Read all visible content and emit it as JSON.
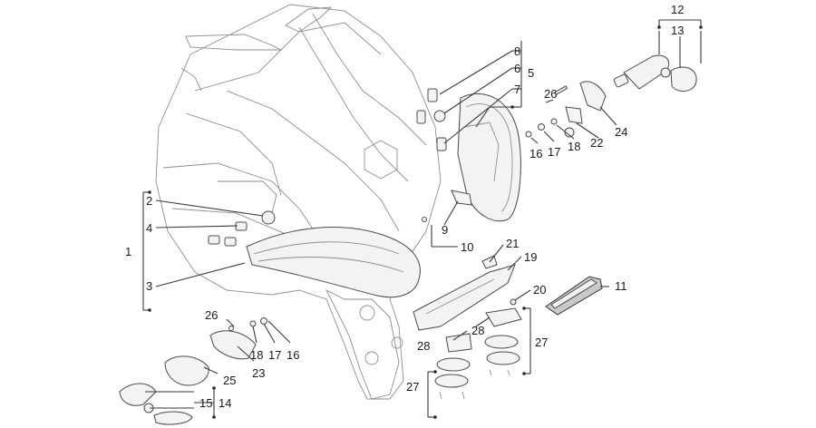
{
  "callouts": [
    {
      "id": "c8",
      "text": "8"
    },
    {
      "id": "c6",
      "text": "6"
    },
    {
      "id": "c5",
      "text": "5"
    },
    {
      "id": "c7",
      "text": "7"
    },
    {
      "id": "c12",
      "text": "12"
    },
    {
      "id": "c13",
      "text": "13"
    },
    {
      "id": "c26a",
      "text": "26"
    },
    {
      "id": "c24",
      "text": "24"
    },
    {
      "id": "c16a",
      "text": "16"
    },
    {
      "id": "c17a",
      "text": "17"
    },
    {
      "id": "c18a",
      "text": "18"
    },
    {
      "id": "c22",
      "text": "22"
    },
    {
      "id": "c2",
      "text": "2"
    },
    {
      "id": "c4",
      "text": "4"
    },
    {
      "id": "c1",
      "text": "1"
    },
    {
      "id": "c3",
      "text": "3"
    },
    {
      "id": "c9",
      "text": "9"
    },
    {
      "id": "c10",
      "text": "10"
    },
    {
      "id": "c21",
      "text": "21"
    },
    {
      "id": "c19",
      "text": "19"
    },
    {
      "id": "c20",
      "text": "20"
    },
    {
      "id": "c11",
      "text": "11"
    },
    {
      "id": "c26b",
      "text": "26"
    },
    {
      "id": "c18b",
      "text": "18"
    },
    {
      "id": "c17b",
      "text": "17"
    },
    {
      "id": "c16b",
      "text": "16"
    },
    {
      "id": "c23",
      "text": "23"
    },
    {
      "id": "c25",
      "text": "25"
    },
    {
      "id": "c28a",
      "text": "28"
    },
    {
      "id": "c28b",
      "text": "28"
    },
    {
      "id": "c27a",
      "text": "27"
    },
    {
      "id": "c27b",
      "text": "27"
    },
    {
      "id": "c15",
      "text": "15"
    },
    {
      "id": "c14",
      "text": "14"
    }
  ]
}
